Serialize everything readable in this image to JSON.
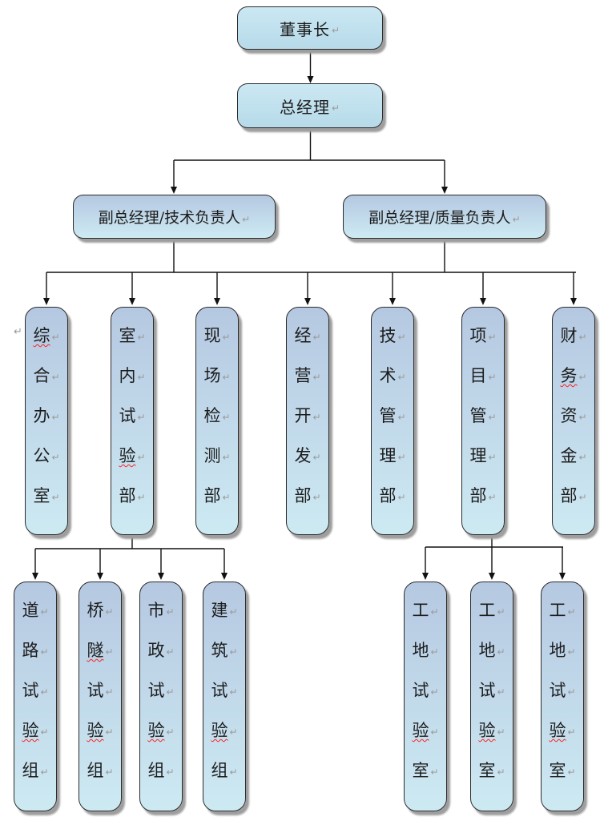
{
  "marks": {
    "paragraph_mark": "↵"
  },
  "colors": {
    "page_background": "#ffffff",
    "text_color": "#1c1c1c",
    "box_border": "#2b2b2b",
    "box_shadow": "#9e9e9e",
    "top_box_gradient_top": "#cbe8f3",
    "top_box_gradient_bottom": "#b7dae9",
    "tall_box_gradient_top": "#b5c8e1",
    "tall_box_gradient_bottom": "#cdeaf3",
    "line_color": "#111111",
    "squiggle_color": "#ff2020",
    "mark_color": "#9a9a9a"
  },
  "org": {
    "chairman": {
      "label": "董事长"
    },
    "general_manager": {
      "label": "总经理"
    },
    "deputies": [
      {
        "label": "副总经理/技术负责人"
      },
      {
        "label": "副总经理/质量负责人"
      }
    ],
    "departments": [
      {
        "label": "综合办公室",
        "squiggles": [
          0
        ]
      },
      {
        "label": "室内试验部",
        "squiggles": [
          3
        ]
      },
      {
        "label": "现场检测部",
        "squiggles": []
      },
      {
        "label": "经营开发部",
        "squiggles": []
      },
      {
        "label": "技术管理部",
        "squiggles": []
      },
      {
        "label": "项目管理部",
        "squiggles": []
      },
      {
        "label": "财务资金部",
        "squiggles": [
          1
        ]
      }
    ],
    "test_groups": {
      "parent": "室内试验部",
      "items": [
        {
          "label": "道路试验组",
          "squiggles": [
            3
          ]
        },
        {
          "label": "桥隧试验组",
          "squiggles": [
            1,
            3
          ]
        },
        {
          "label": "市政试验组",
          "squiggles": [
            3
          ]
        },
        {
          "label": "建筑试验组",
          "squiggles": [
            3
          ]
        }
      ]
    },
    "site_labs": {
      "parent": "项目管理部",
      "items": [
        {
          "label": "工地试验室",
          "squiggles": [
            3
          ]
        },
        {
          "label": "工地试验室",
          "squiggles": [
            3
          ]
        },
        {
          "label": "工地试验室",
          "squiggles": [
            3
          ]
        }
      ]
    }
  }
}
